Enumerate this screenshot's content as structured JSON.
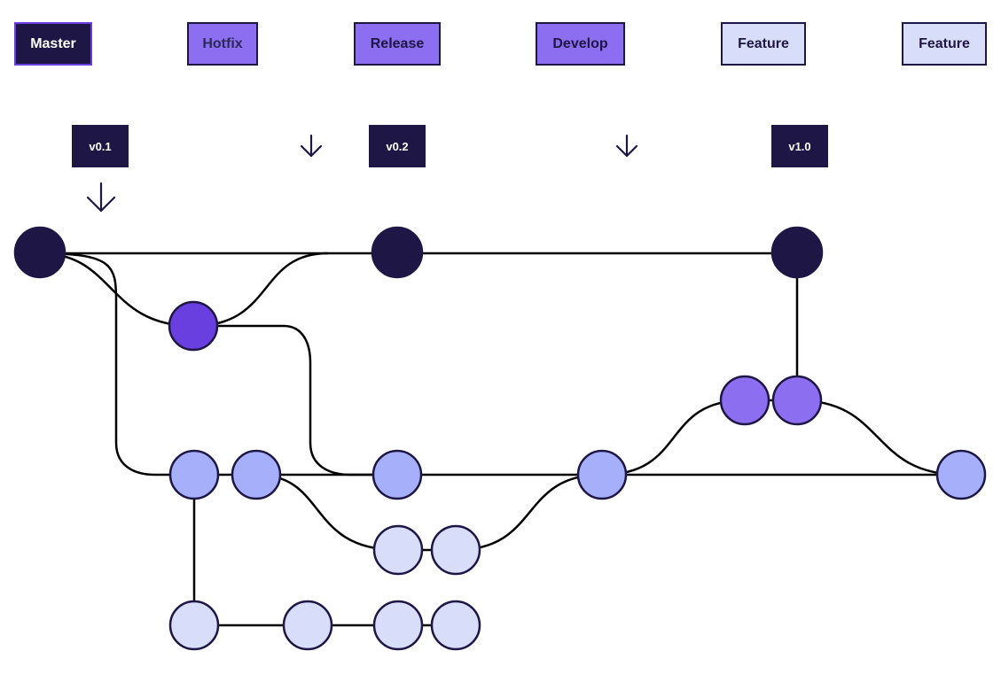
{
  "branches": {
    "master": "Master",
    "hotfix": "Hotfix",
    "release": "Release",
    "develop": "Develop",
    "feature_1": "Feature",
    "feature_2": "Feature"
  },
  "versions": {
    "v01": "v0.1",
    "v02": "v0.2",
    "v10": "v1.0"
  },
  "colors": {
    "master": "#1e1644",
    "hotfix": "#6a3fe0",
    "release": "#8b6ff0",
    "develop": "#a6affa",
    "feature": "#d8def9",
    "line": "#000000"
  }
}
